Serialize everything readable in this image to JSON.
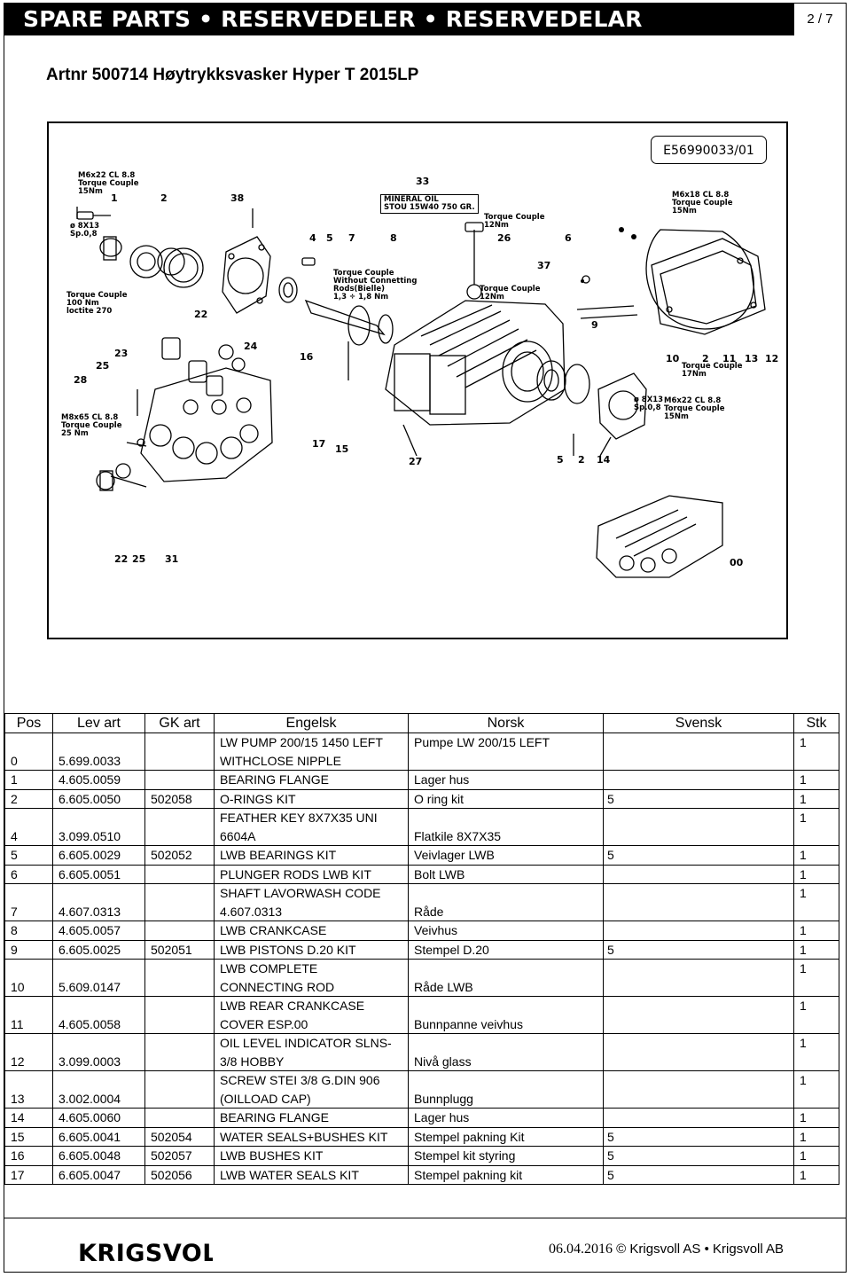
{
  "header": {
    "banner": "SPARE PARTS • RESERVEDELER • RESERVEDELAR",
    "page": "2 / 7"
  },
  "doc_title": "Artnr 500714 Høytrykksvasker Hyper T 2015LP",
  "diagram": {
    "ref": "E56990033/01",
    "labels": {
      "tq_top_left": [
        "M6x22 CL 8.8",
        "Torque Couple",
        "15Nm"
      ],
      "washer_tl": [
        "ø 8X13",
        "Sp.0,8"
      ],
      "tq_100": [
        "Torque Couple",
        "100 Nm",
        "loctite 270"
      ],
      "tq_m8": [
        "M8x65 CL 8.8",
        "Torque Couple",
        "25 Nm"
      ],
      "oil": [
        "MINERAL OIL",
        "STOU 15W40  750 GR."
      ],
      "tq_12_top": [
        "Torque Couple",
        "12Nm"
      ],
      "tq_conn": [
        "Torque Couple",
        "Without Connetting",
        "Rods(Bielle)",
        "1,3 ÷ 1,8 Nm"
      ],
      "tq_12_mid": [
        "Torque Couple",
        "12Nm"
      ],
      "tq_m6x18": [
        "M6x18 CL 8.8",
        "Torque Couple",
        "15Nm"
      ],
      "tq_17": [
        "Torque Couple",
        "17Nm"
      ],
      "washer_br": [
        "ø 8X13",
        "Sp.0,8"
      ],
      "tq_m6x22_br": [
        "M6x22 CL 8.8",
        "Torque Couple",
        "15Nm"
      ],
      "numbers": {
        "n1": "1",
        "n2": "2",
        "n38": "38",
        "n4": "4",
        "n5": "5",
        "n7": "7",
        "n8": "8",
        "n33": "33",
        "n26": "26",
        "n6": "6",
        "n37": "37",
        "n9": "9",
        "n22": "22",
        "n23": "23",
        "n24": "24",
        "n25": "25",
        "n28": "28",
        "n16": "16",
        "n17": "17",
        "n15": "15",
        "n27": "27",
        "n10": "10",
        "n2b": "2",
        "n11": "11",
        "n13": "13",
        "n12": "12",
        "n5b": "5",
        "n2c": "2",
        "n14": "14",
        "n22b": "22",
        "n25b": "25",
        "n31": "31",
        "n00": "00"
      }
    }
  },
  "table": {
    "columns": [
      "Pos",
      "Lev art",
      "GK art",
      "Engelsk",
      "Norsk",
      "Svensk",
      "Stk"
    ],
    "rows": [
      {
        "pos": "0",
        "lev": "5.699.0033",
        "gk": "",
        "en": "LW PUMP 200/15 1450 LEFT WITHCLOSE NIPPLE",
        "no": "Pumpe LW  200/15 LEFT",
        "sv": "",
        "stk": "1",
        "tall": true,
        "no_top": true
      },
      {
        "pos": "1",
        "lev": "4.605.0059",
        "gk": "",
        "en": "BEARING FLANGE",
        "no": "Lager hus",
        "sv": "",
        "stk": "1"
      },
      {
        "pos": "2",
        "lev": "6.605.0050",
        "gk": "502058",
        "en": "O-RINGS KIT",
        "no": "O ring kit",
        "sv": "5",
        "stk": "1"
      },
      {
        "pos": "4",
        "lev": "3.099.0510",
        "gk": "",
        "en": "FEATHER KEY 8X7X35 UNI 6604A",
        "no": "Flatkile 8X7X35",
        "sv": "",
        "stk": "1",
        "tall": true
      },
      {
        "pos": "5",
        "lev": "6.605.0029",
        "gk": "502052",
        "en": "LWB BEARINGS KIT",
        "no": "Veivlager LWB",
        "sv": "5",
        "stk": "1"
      },
      {
        "pos": "6",
        "lev": "6.605.0051",
        "gk": "",
        "en": "PLUNGER RODS LWB KIT",
        "no": "Bolt LWB",
        "sv": "",
        "stk": "1"
      },
      {
        "pos": "7",
        "lev": "4.607.0313",
        "gk": "",
        "en": "SHAFT LAVORWASH CODE 4.607.0313",
        "no": "Råde",
        "sv": "",
        "stk": "1",
        "tall": true
      },
      {
        "pos": "8",
        "lev": "4.605.0057",
        "gk": "",
        "en": "LWB CRANKCASE",
        "no": "Veivhus",
        "sv": "",
        "stk": "1"
      },
      {
        "pos": "9",
        "lev": "6.605.0025",
        "gk": "502051",
        "en": "LWB PISTONS D.20 KIT",
        "no": "Stempel D.20",
        "sv": "5",
        "stk": "1"
      },
      {
        "pos": "10",
        "lev": "5.609.0147",
        "gk": "",
        "en": "LWB COMPLETE CONNECTING ROD",
        "no": "Råde LWB",
        "sv": "",
        "stk": "1",
        "tall": true
      },
      {
        "pos": "11",
        "lev": "4.605.0058",
        "gk": "",
        "en": "LWB REAR CRANKCASE COVER ESP.00",
        "no": "Bunnpanne veivhus",
        "sv": "",
        "stk": "1",
        "tall": true
      },
      {
        "pos": "12",
        "lev": "3.099.0003",
        "gk": "",
        "en": "OIL LEVEL INDICATOR SLNS-3/8 HOBBY",
        "no": "Nivå glass",
        "sv": "",
        "stk": "1",
        "tall": true
      },
      {
        "pos": "13",
        "lev": "3.002.0004",
        "gk": "",
        "en": "SCREW STEI 3/8 G.DIN 906 (OILLOAD CAP)",
        "no": "Bunnplugg",
        "sv": "",
        "stk": "1",
        "tall": true
      },
      {
        "pos": "14",
        "lev": "4.605.0060",
        "gk": "",
        "en": "BEARING FLANGE",
        "no": "Lager hus",
        "sv": "",
        "stk": "1"
      },
      {
        "pos": "15",
        "lev": "6.605.0041",
        "gk": "502054",
        "en": "WATER SEALS+BUSHES KIT",
        "no": "Stempel pakning Kit",
        "sv": "5",
        "stk": "1"
      },
      {
        "pos": "16",
        "lev": "6.605.0048",
        "gk": "502057",
        "en": "LWB BUSHES KIT",
        "no": "Stempel kit styring",
        "sv": "5",
        "stk": "1"
      },
      {
        "pos": "17",
        "lev": "6.605.0047",
        "gk": "502056",
        "en": "LWB WATER SEALS KIT",
        "no": "Stempel pakning kit",
        "sv": "5",
        "stk": "1"
      }
    ]
  },
  "footer": {
    "logo_text": "KRIGSVOLL",
    "date": "06.04.2016",
    "copyright": "©",
    "company": "Krigsvoll AS • Krigsvoll AB"
  }
}
